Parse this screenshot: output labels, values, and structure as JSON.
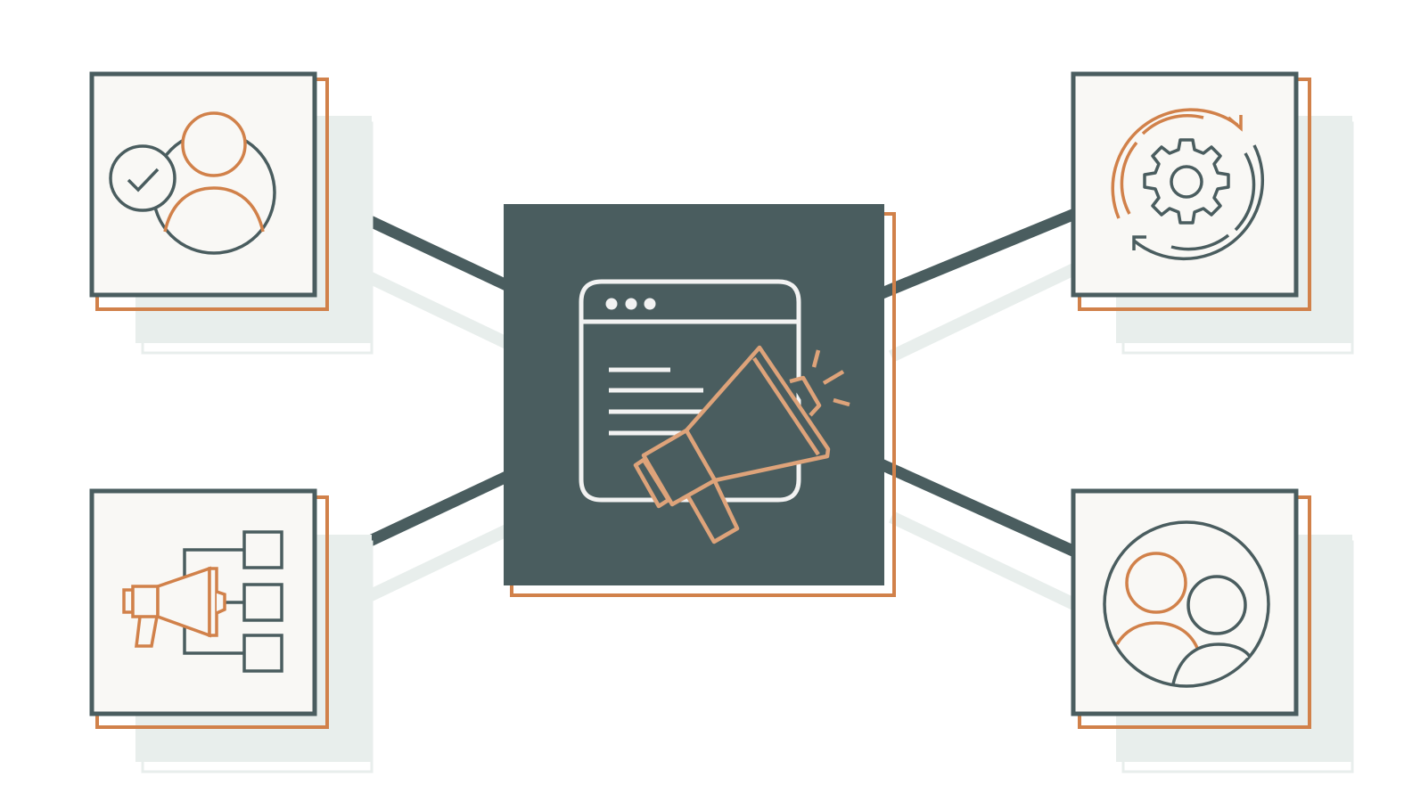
{
  "diagram": {
    "center": {
      "icon": "browser-megaphone-icon"
    },
    "nodes": [
      {
        "id": "top-left",
        "icon": "user-verified-icon"
      },
      {
        "id": "bottom-left",
        "icon": "megaphone-network-icon"
      },
      {
        "id": "top-right",
        "icon": "gear-cycle-icon"
      },
      {
        "id": "bottom-right",
        "icon": "user-group-icon"
      }
    ]
  },
  "colors": {
    "slate": "#4a5d5f",
    "orange": "#d1814a",
    "light_orange": "#dea37a",
    "panel_fill": "#f9f8f5",
    "shadow": "#e8eeec",
    "icon_white": "#f2f2f2"
  }
}
